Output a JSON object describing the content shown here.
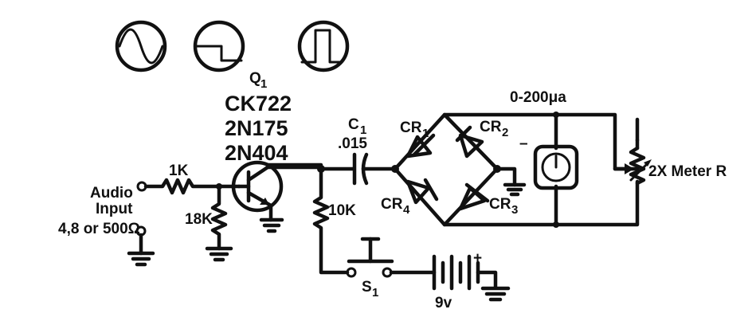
{
  "transistor": {
    "ref": "Q",
    "ref_sub": "1",
    "types": [
      "CK722",
      "2N175",
      "2N404"
    ]
  },
  "input": {
    "label_line1": "Audio",
    "label_line2": "Input",
    "impedance": "4,8 or 500Ω"
  },
  "resistors": {
    "series": "1K",
    "shunt": "18K",
    "collector": "10K"
  },
  "capacitor": {
    "ref": "C",
    "ref_sub": "1",
    "value": ".015"
  },
  "diodes": [
    {
      "ref": "CR",
      "sub": "1"
    },
    {
      "ref": "CR",
      "sub": "2"
    },
    {
      "ref": "CR",
      "sub": "3"
    },
    {
      "ref": "CR",
      "sub": "4"
    }
  ],
  "meter": {
    "range": "0-200μa",
    "polarity": "–"
  },
  "meter_resistor": {
    "label": "2X Meter R"
  },
  "switch": {
    "ref": "S",
    "ref_sub": "1"
  },
  "battery": {
    "voltage": "9v",
    "polarity": "+"
  },
  "waveform_icons": [
    "sine",
    "half-square",
    "square"
  ]
}
